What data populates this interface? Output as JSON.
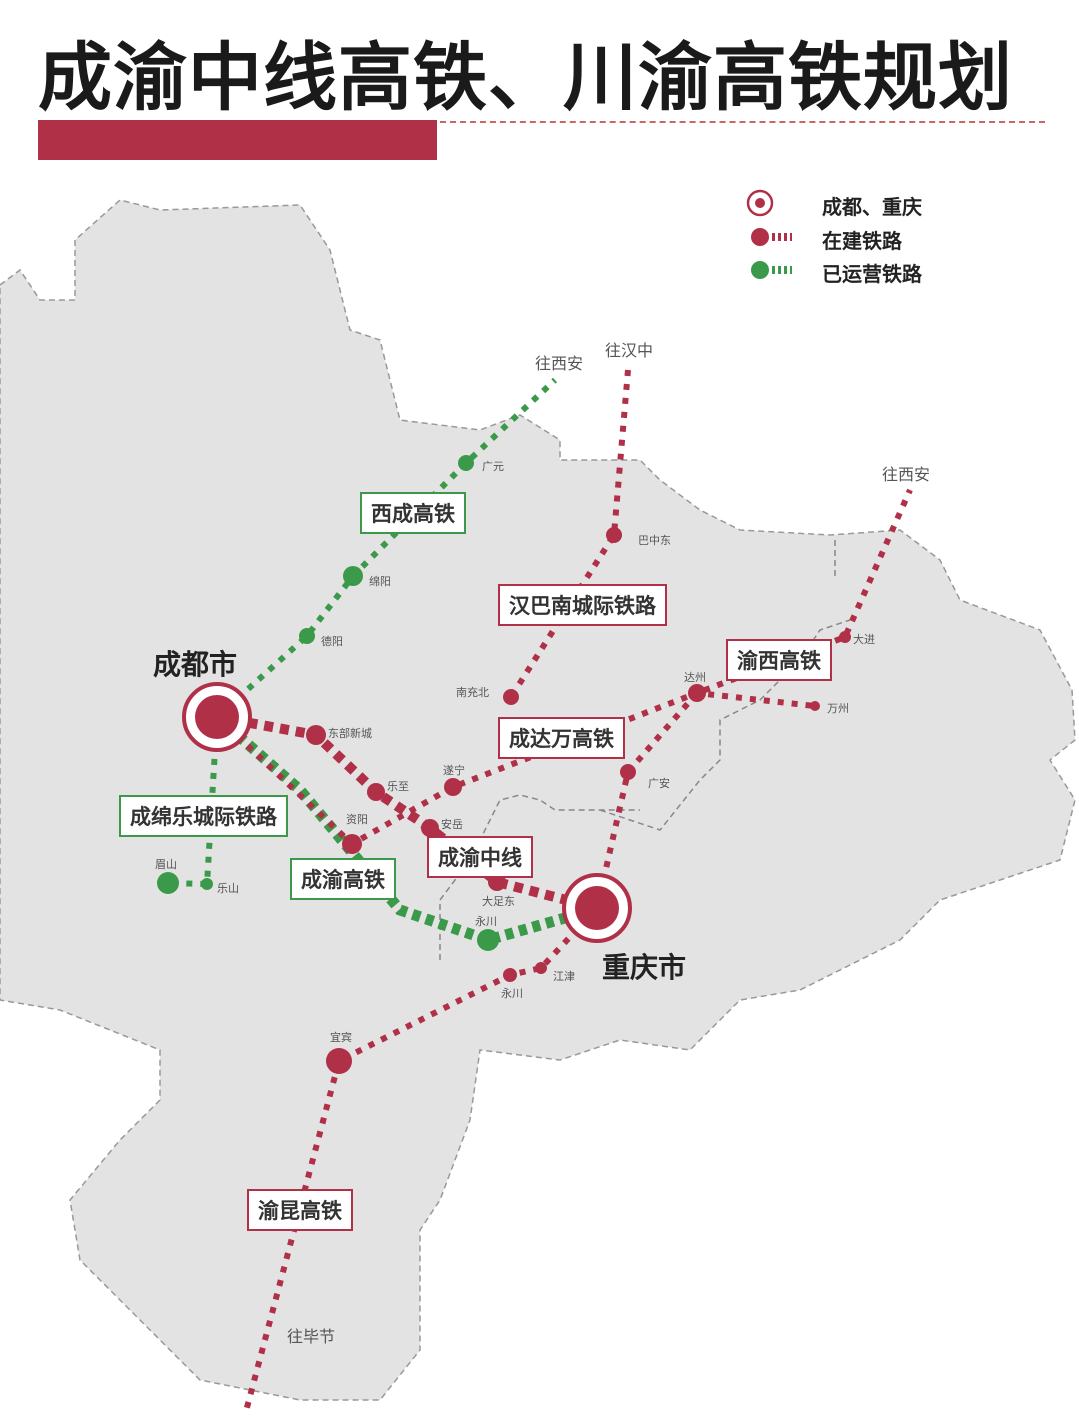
{
  "title": "成渝中线高铁、川渝高铁规划",
  "legend": [
    {
      "label": "成都、重庆",
      "icon": "city-ring-icon"
    },
    {
      "label": "在建铁路",
      "icon": "red-dotted-line-icon"
    },
    {
      "label": "已运营铁路",
      "icon": "green-dotted-line-icon"
    }
  ],
  "colors": {
    "accent": "#b03048",
    "operating": "#3a9a4a",
    "land": "#e3e3e3"
  },
  "cities": {
    "chengdu": "成都市",
    "chongqing": "重庆市"
  },
  "directions": {
    "xian1": "往西安",
    "hanzhong": "往汉中",
    "xian2": "往西安",
    "bijie": "往毕节"
  },
  "lines": {
    "xicheng": "西成高铁",
    "hanbanan": "汉巴南城际铁路",
    "yuxi": "渝西高铁",
    "chengdawan": "成达万高铁",
    "chengmianle": "成绵乐城际铁路",
    "chengyu": "成渝高铁",
    "chengyuzhong": "成渝中线",
    "yukun": "渝昆高铁"
  },
  "stations": {
    "guangyuan": "广元",
    "mianyang": "绵阳",
    "deyang": "德阳",
    "bazhongdong": "巴中东",
    "nanchongbei": "南充北",
    "dazhou": "达州",
    "dajin": "大进",
    "wanzhou": "万州",
    "guangan": "广安",
    "dongbuxincheng": "东部新城",
    "lezhi": "乐至",
    "suining": "遂宁",
    "ziyang": "资阳",
    "anyue": "安岳",
    "meishan": "眉山",
    "leshan": "乐山",
    "dazudong": "大足东",
    "yongchuan1": "永川",
    "jiangjin": "江津",
    "yongchuan2": "永川",
    "yibin": "宜宾"
  }
}
